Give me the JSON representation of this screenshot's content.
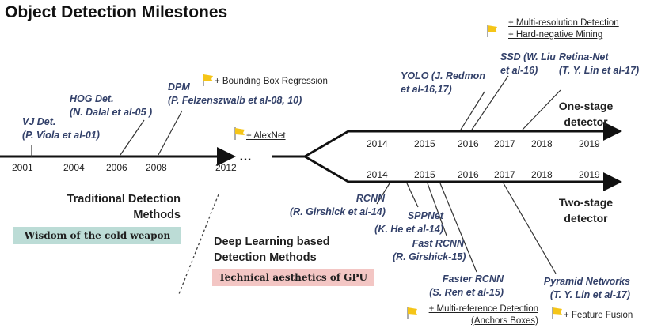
{
  "title": "Object Detection Milestones",
  "traditional_axis": {
    "years": [
      "2001",
      "2004",
      "2006",
      "2008",
      "2012"
    ],
    "ellipsis": "…"
  },
  "one_stage_axis": {
    "years": [
      "2014",
      "2015",
      "2016",
      "2017",
      "2018",
      "2019"
    ],
    "label_line1": "One-stage",
    "label_line2": "detector"
  },
  "two_stage_axis": {
    "years": [
      "2014",
      "2015",
      "2016",
      "2017",
      "2018",
      "2019"
    ],
    "label_line1": "Two-stage",
    "label_line2": "detector"
  },
  "traditional_methods": [
    {
      "line1": "VJ Det.",
      "line2": "(P. Viola et al-01)"
    },
    {
      "line1": "HOG Det.",
      "line2": "(N. Dalal et al-05 )"
    },
    {
      "line1": "DPM",
      "line2": "(P. Felzenszwalb et al-08, 10)"
    }
  ],
  "one_stage_methods": [
    {
      "line1": "YOLO (J. Redmon",
      "line2": "et al-16,17)"
    },
    {
      "line1": "SSD (W. Liu",
      "line2": "et al-16)"
    },
    {
      "line1": "Retina-Net",
      "line2": "(T. Y. Lin et al-17)"
    }
  ],
  "two_stage_methods": [
    {
      "line1": "RCNN",
      "line2": "(R. Girshick et al-14)"
    },
    {
      "line1": "SPPNet",
      "line2": "(K. He et al-14)"
    },
    {
      "line1": "Fast RCNN",
      "line2": "(R. Girshick-15)"
    },
    {
      "line1": "Faster RCNN",
      "line2": "(S. Ren et al-15)"
    },
    {
      "line1": "Pyramid Networks",
      "line2": "(T. Y. Lin et al-17)"
    }
  ],
  "notes": {
    "bbox_regression": "+ Bounding Box Regression",
    "alexnet": "+ AlexNet",
    "multi_resolution": "+ Multi-resolution Detection",
    "hard_negative": "+ Hard-negative Mining",
    "multi_reference": "+ Multi-reference Detection",
    "anchor_boxes": "(Anchors Boxes)",
    "feature_fusion": "+ Feature Fusion"
  },
  "sections": {
    "traditional": {
      "line1": "Traditional Detection",
      "line2": "Methods",
      "badge": "Wisdom of the cold weapon"
    },
    "deep_learning": {
      "line1": "Deep Learning based",
      "line2": "Detection Methods",
      "badge": "Technical aesthetics of GPU"
    }
  },
  "colors": {
    "axis": "#111111",
    "method_text": "#33416a",
    "flag": "#f5c518",
    "badge_traditional": "#bcdcd6",
    "badge_deep": "#f3c6c4"
  },
  "icons": {
    "flag": "flag-icon"
  }
}
